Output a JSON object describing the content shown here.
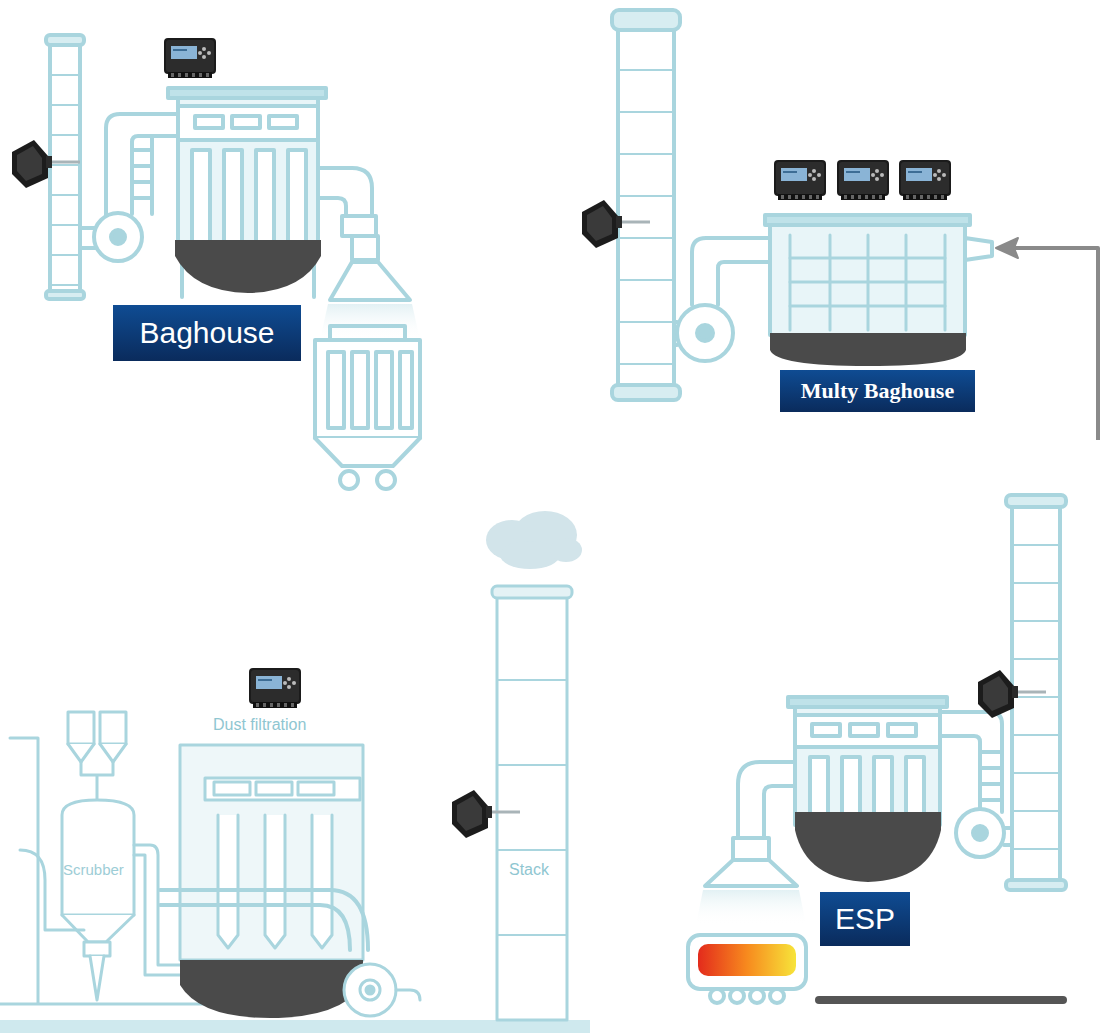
{
  "diagram": {
    "nodes": [
      {
        "text": [
          "Baghouse"
        ]
      },
      {
        "text": [
          "Multy Baghouse"
        ]
      },
      {
        "text": [
          "ESP"
        ]
      }
    ],
    "labels": [
      "Dust filtration",
      "Scrubber",
      "Stack"
    ]
  }
}
